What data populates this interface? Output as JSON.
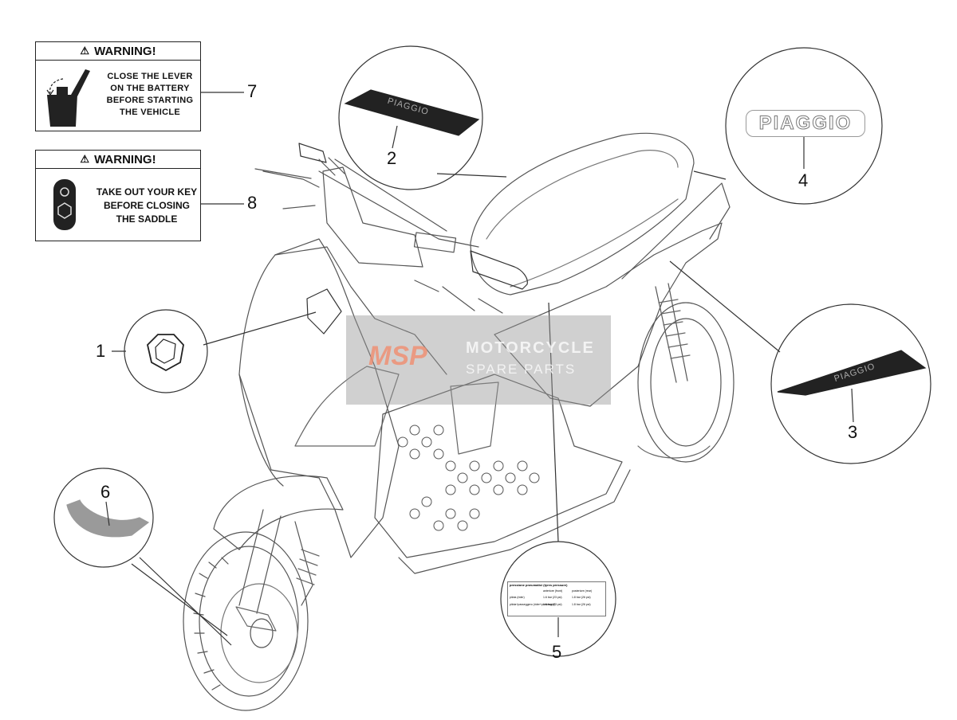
{
  "warnings": [
    {
      "id": "7",
      "heading": "WARNING!",
      "lines": [
        "CLOSE THE LEVER",
        "ON THE BATTERY",
        "BEFORE STARTING",
        "THE VEHICLE"
      ]
    },
    {
      "id": "8",
      "heading": "WARNING!",
      "lines": [
        "TAKE OUT YOUR KEY",
        "BEFORE CLOSING",
        "THE SADDLE"
      ]
    }
  ],
  "callouts": [
    "1",
    "2",
    "3",
    "4",
    "5",
    "6",
    "7",
    "8"
  ],
  "decals": {
    "brand_text": "PIAGGIO",
    "side_text": "PIAGGIO"
  },
  "tire_label": {
    "title": "pressione pneumatici (tyres pressure)",
    "col_front": "anteriore (front)",
    "col_rear": "posteriore (rear)",
    "row1": "pilota (rider)",
    "row2": "pilota+passeggero (rider+passenger)",
    "val_front": "1.6 bar (23 psi)",
    "val_rear": "1.8 bar (26 psi)"
  },
  "watermark": {
    "logo": "MSP",
    "line1": "MOTORCYCLE",
    "line2": "SPARE PARTS"
  },
  "colors": {
    "line": "#444444",
    "decal_dark": "#222222",
    "decal_grey": "#9a9a9a"
  }
}
